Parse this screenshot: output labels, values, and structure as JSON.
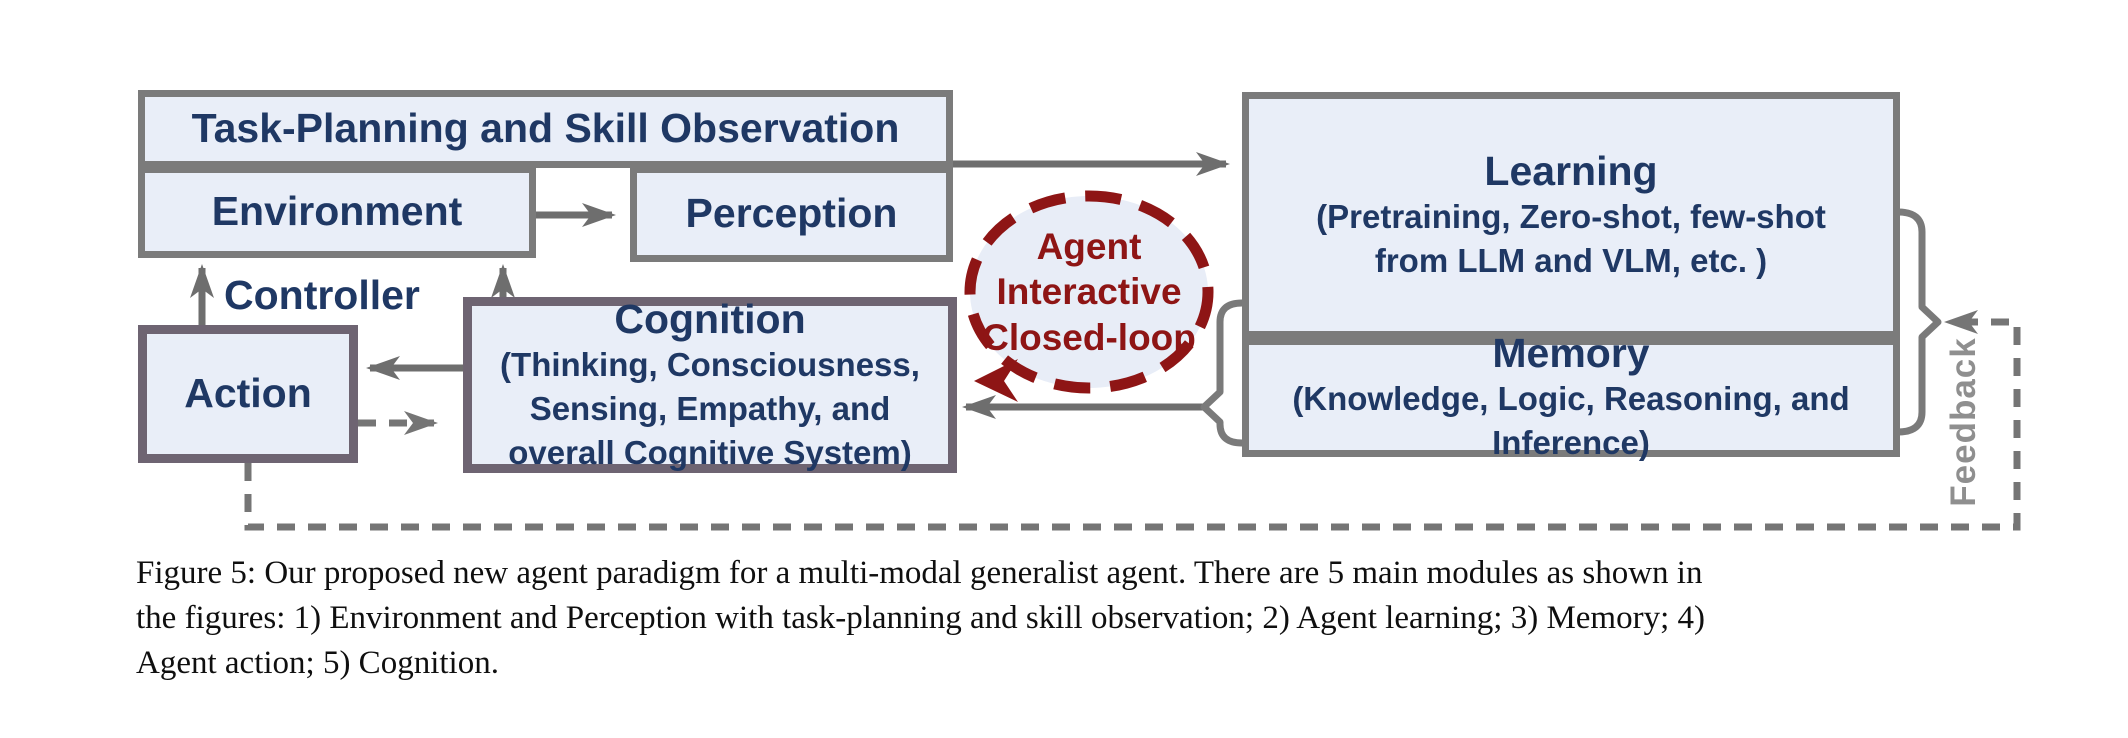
{
  "figure": {
    "boxes": {
      "task": {
        "title": "Task-Planning and Skill Observation"
      },
      "environment": {
        "title": "Environment"
      },
      "perception": {
        "title": "Perception"
      },
      "action": {
        "title": "Action"
      },
      "cognition": {
        "title": "Cognition",
        "lines": [
          "(Thinking, Consciousness,",
          "Sensing, Empathy, and",
          "overall Cognitive System)"
        ]
      },
      "learning": {
        "title": "Learning",
        "lines": [
          "(Pretraining, Zero-shot, few-shot",
          "from LLM and VLM, etc. )"
        ]
      },
      "memory": {
        "title": "Memory",
        "lines": [
          "(Knowledge, Logic, Reasoning, and Inference)"
        ]
      }
    },
    "controller_label": "Controller",
    "feedback_label": "Feedback",
    "loop": {
      "lines": [
        "Agent",
        "Interactive",
        "Closed-loop"
      ]
    }
  },
  "caption": {
    "lines": [
      "Figure 5: Our proposed new agent paradigm for a multi-modal generalist agent. There are 5 main modules as shown in",
      "the figures: 1) Environment and Perception with task-planning and skill observation; 2) Agent learning; 3) Memory; 4)",
      "Agent action; 5) Cognition."
    ]
  },
  "colors": {
    "box_fill": "#e9eef8",
    "box_border": "#7b7b7b",
    "dark_border": "#6e6472",
    "arrow": "#6e6e6e",
    "dashed": "#757575",
    "bracket": "#7a7a7a",
    "loop_red": "#8e1515",
    "navy": "#1f3864",
    "feedback_gray": "#8f8f8f",
    "caption_black": "#0f0f0f"
  }
}
